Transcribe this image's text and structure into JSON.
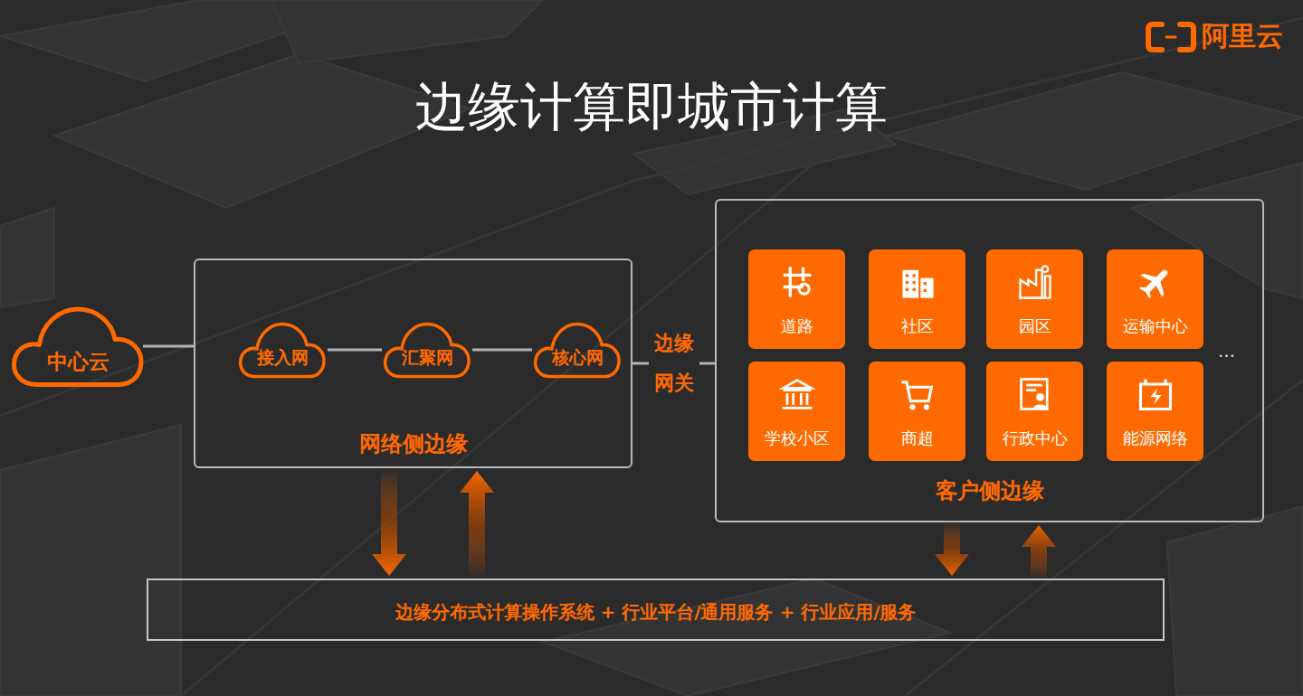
{
  "diagram": {
    "title": "边缘计算即城市计算",
    "nodes": [
      {
        "text": [
          "中心云"
        ]
      },
      {
        "text": [
          "网络侧边缘"
        ]
      },
      {
        "text": [
          "接入网"
        ],
        "in": 1
      },
      {
        "text": [
          "汇聚网"
        ],
        "in": 1
      },
      {
        "text": [
          "核心网"
        ],
        "in": 1
      },
      {
        "text": [
          "客户侧边缘"
        ]
      },
      {
        "text": [
          "道路"
        ],
        "in": 5
      },
      {
        "text": [
          "社区"
        ],
        "in": 5
      },
      {
        "text": [
          "园区"
        ],
        "in": 5
      },
      {
        "text": [
          "运输中心"
        ],
        "in": 5
      },
      {
        "text": [
          "学校小区"
        ],
        "in": 5
      },
      {
        "text": [
          "商超"
        ],
        "in": 5
      },
      {
        "text": [
          "行政中心"
        ],
        "in": 5
      },
      {
        "text": [
          "能源网络"
        ],
        "in": 5
      },
      {
        "text": [
          "边缘分布式计算操作系统 + 行业平台/通用服务 + 行业应用/服务"
        ]
      }
    ],
    "edges": [
      {
        "from": 0,
        "to": 1,
        "arrow": "none"
      },
      {
        "from": 2,
        "to": 3,
        "arrow": "none"
      },
      {
        "from": 3,
        "to": 4,
        "arrow": "none"
      },
      {
        "from": 1,
        "to": 5,
        "label": "边缘 网关",
        "arrow": "none"
      },
      {
        "from": 1,
        "to": 14,
        "arrow": "to"
      },
      {
        "from": 14,
        "to": 1,
        "arrow": "to"
      },
      {
        "from": 5,
        "to": 14,
        "arrow": "to"
      },
      {
        "from": 14,
        "to": 5,
        "arrow": "to"
      }
    ],
    "labels": [
      "阿里云",
      "..."
    ]
  }
}
